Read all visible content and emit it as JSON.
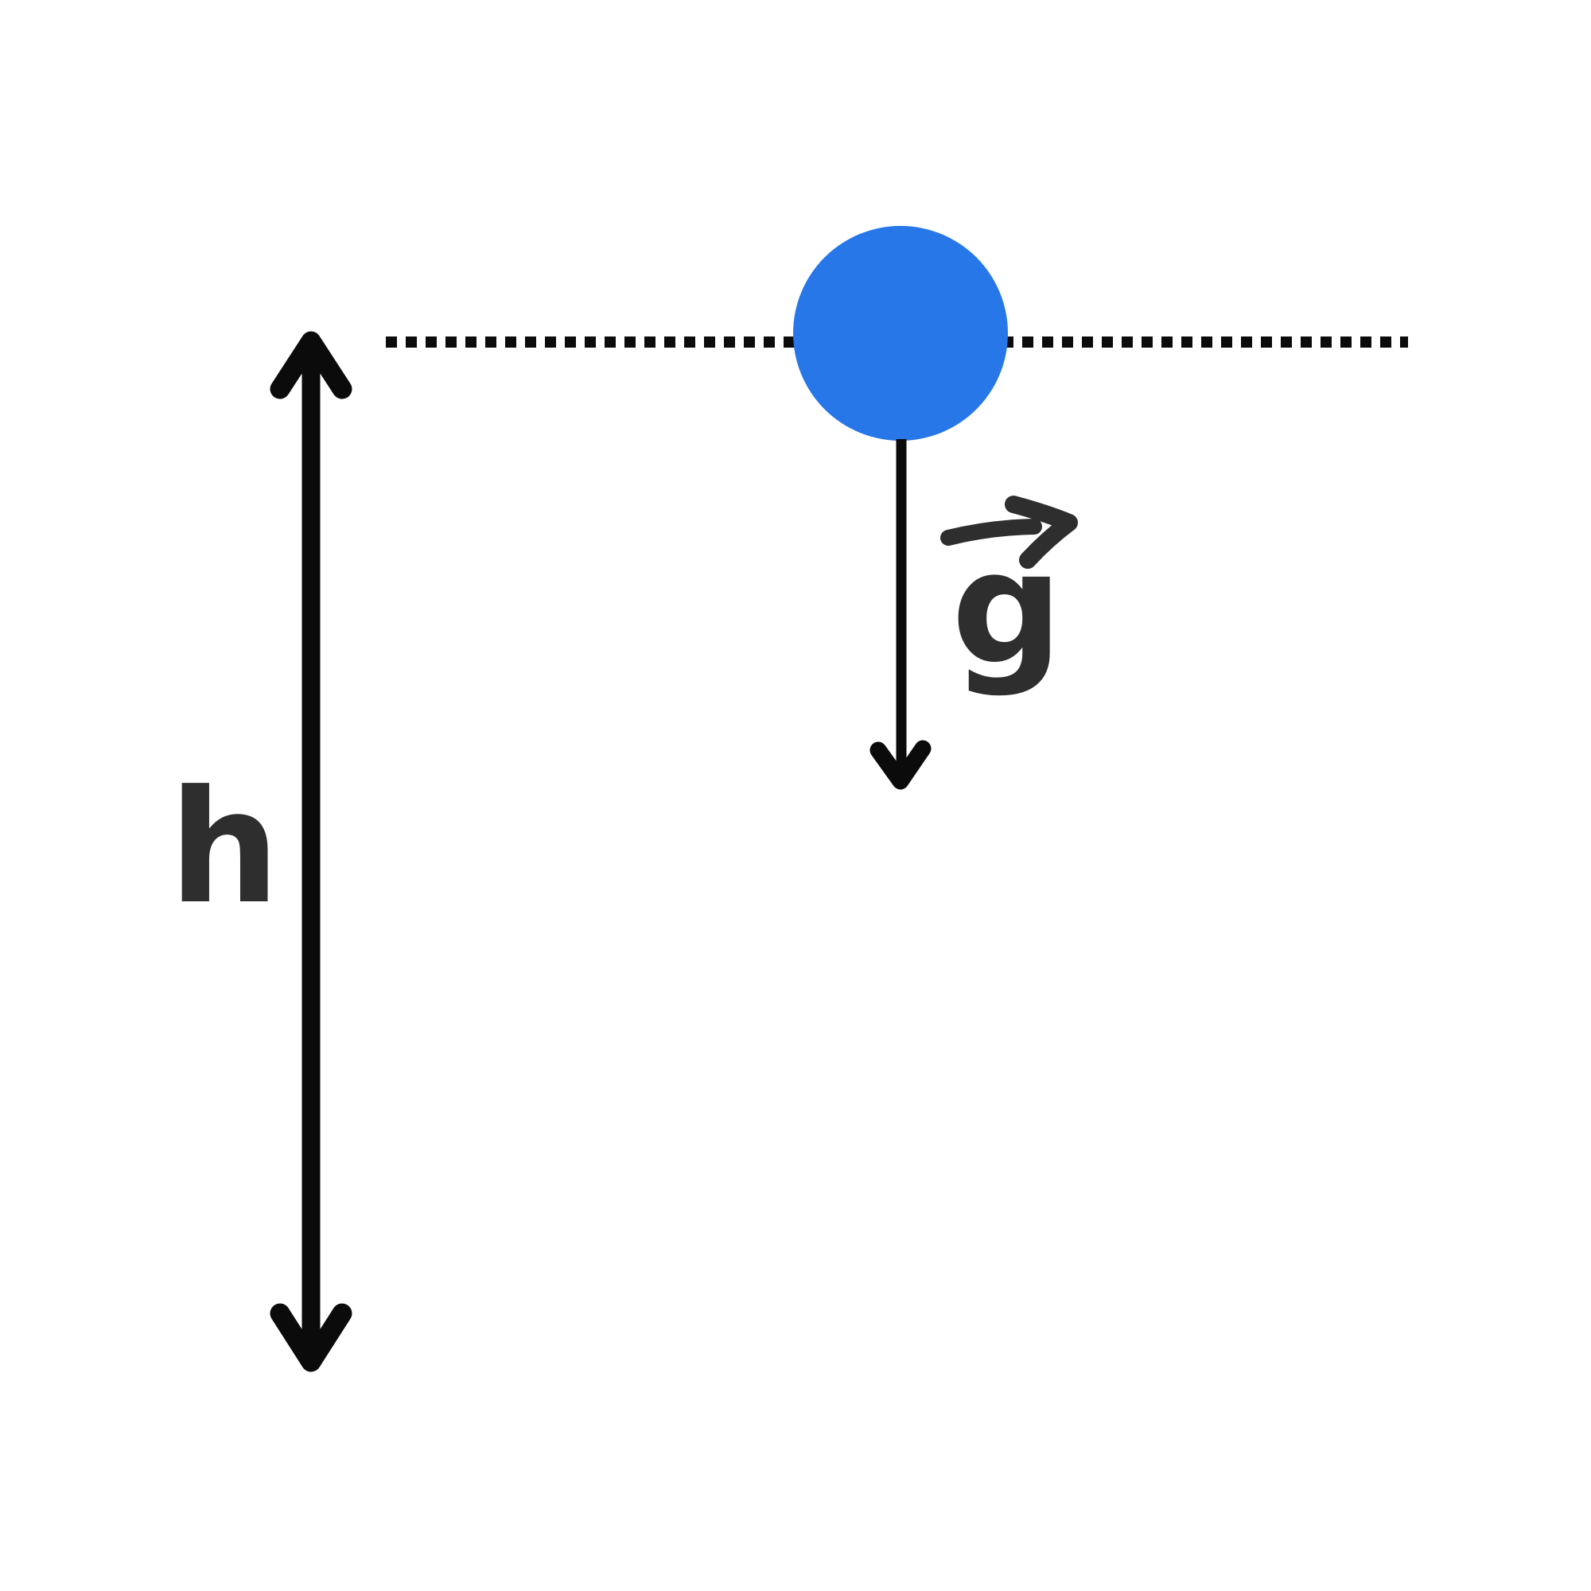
{
  "diagram": {
    "type": "free-fall-physics-diagram",
    "labels": {
      "height": "h",
      "gravity": "g"
    },
    "colors": {
      "background": "#ffffff",
      "ball": "#2777e8",
      "ink": "#0b0b0b",
      "label_ink": "#2e2e2e"
    }
  }
}
